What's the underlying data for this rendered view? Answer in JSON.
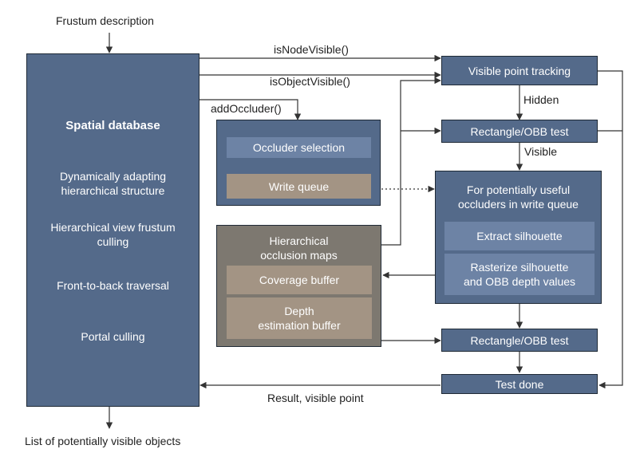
{
  "inputs": {
    "frustum": "Frustum description",
    "output": "List of potentially visible objects"
  },
  "spatial_db": {
    "title": "Spatial database",
    "items": [
      "Dynamically adapting\nhierarchical structure",
      "Hierarchical view frustum\nculling",
      "Front-to-back traversal",
      "Portal culling"
    ]
  },
  "calls": {
    "is_node_visible": "isNodeVisible()",
    "is_object_visible": "isObjectVisible()",
    "add_occluder": "addOccluder()",
    "result": "Result, visible point"
  },
  "occluder": {
    "selection": "Occluder selection",
    "write_queue": "Write queue"
  },
  "hom": {
    "title": "Hierarchical\nocclusion maps",
    "coverage": "Coverage buffer",
    "depth": "Depth\nestimation buffer"
  },
  "pipeline": {
    "visible_point_tracking": "Visible point tracking",
    "hidden": "Hidden",
    "rect_obb_test_1": "Rectangle/OBB test",
    "visible": "Visible",
    "useful_title": "For potentially useful\noccluders in write queue",
    "extract": "Extract silhouette",
    "rasterize": "Rasterize silhouette\nand OBB depth values",
    "rect_obb_test_2": "Rectangle/OBB test",
    "test_done": "Test done"
  },
  "colors": {
    "blue_box": "#546a8a",
    "inner_blue": "#6d83a5",
    "tan": "#a39484",
    "gray_box": "#7d7870",
    "line": "#333333"
  }
}
